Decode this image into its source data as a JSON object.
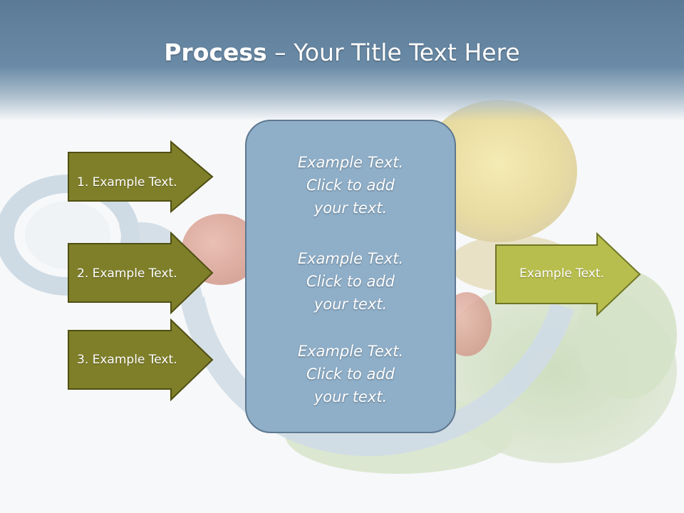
{
  "slide": {
    "title_bold": "Process",
    "title_rest": " – Your Title Text Here"
  },
  "steps": [
    {
      "label": "1. Example Text."
    },
    {
      "label": "2. Example Text."
    },
    {
      "label": "3. Example Text."
    }
  ],
  "center_box": {
    "paragraphs": [
      "Example Text.\nClick  to add\nyour text.",
      "Example Text.\nClick  to add\nyour text.",
      "Example Text.\nClick  to add\nyour text."
    ]
  },
  "output_arrow": {
    "label": "Example Text."
  },
  "colors": {
    "header": "#5b7a96",
    "step_arrow_fill": "#7f7f2a",
    "step_arrow_border": "#4f4f12",
    "output_arrow_fill": "#b8be4e",
    "output_arrow_border": "#6f7624",
    "center_box_fill": "#8fafc9",
    "center_box_border": "#5e7890"
  },
  "icons": {
    "background_image": "vegetables-with-measuring-tape"
  }
}
